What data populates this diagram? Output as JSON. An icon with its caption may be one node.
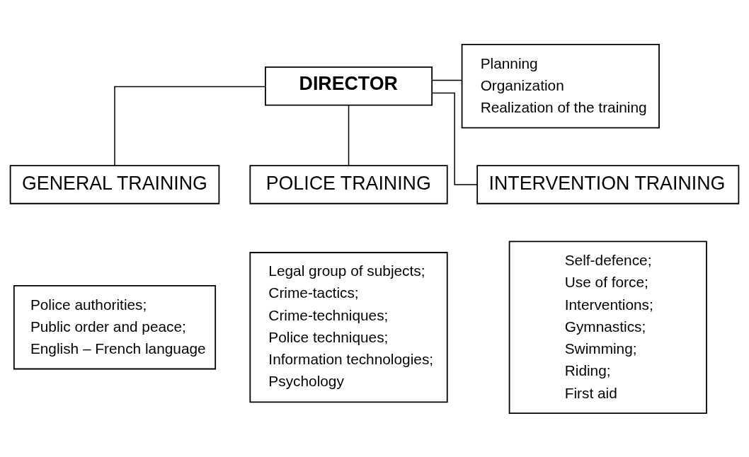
{
  "diagram": {
    "nodes": [
      {
        "text": [
          "DIRECTOR"
        ]
      },
      {
        "text": [
          "Planning",
          "Organization",
          "Realization of the training"
        ]
      },
      {
        "text": [
          "GENERAL TRAINING"
        ]
      },
      {
        "text": [
          "POLICE TRAINING"
        ]
      },
      {
        "text": [
          "INTERVENTION TRAINING"
        ]
      },
      {
        "text": [
          "Police authorities;",
          "Public order and peace;",
          "English – French language"
        ]
      },
      {
        "text": [
          "Legal group of subjects;",
          "Crime-tactics;",
          "Crime-techniques;",
          "Police techniques;",
          "Information technologies;",
          "Psychology"
        ]
      },
      {
        "text": [
          "Self-defence;",
          "Use of force;",
          "Interventions;",
          "Gymnastics;",
          "Swimming;",
          "Riding;",
          "First aid"
        ]
      }
    ],
    "edges": [
      {
        "from": 0,
        "to": 1,
        "arrow": "none"
      },
      {
        "from": 0,
        "to": 2,
        "arrow": "none"
      },
      {
        "from": 0,
        "to": 3,
        "arrow": "none"
      },
      {
        "from": 0,
        "to": 4,
        "arrow": "none"
      }
    ]
  }
}
